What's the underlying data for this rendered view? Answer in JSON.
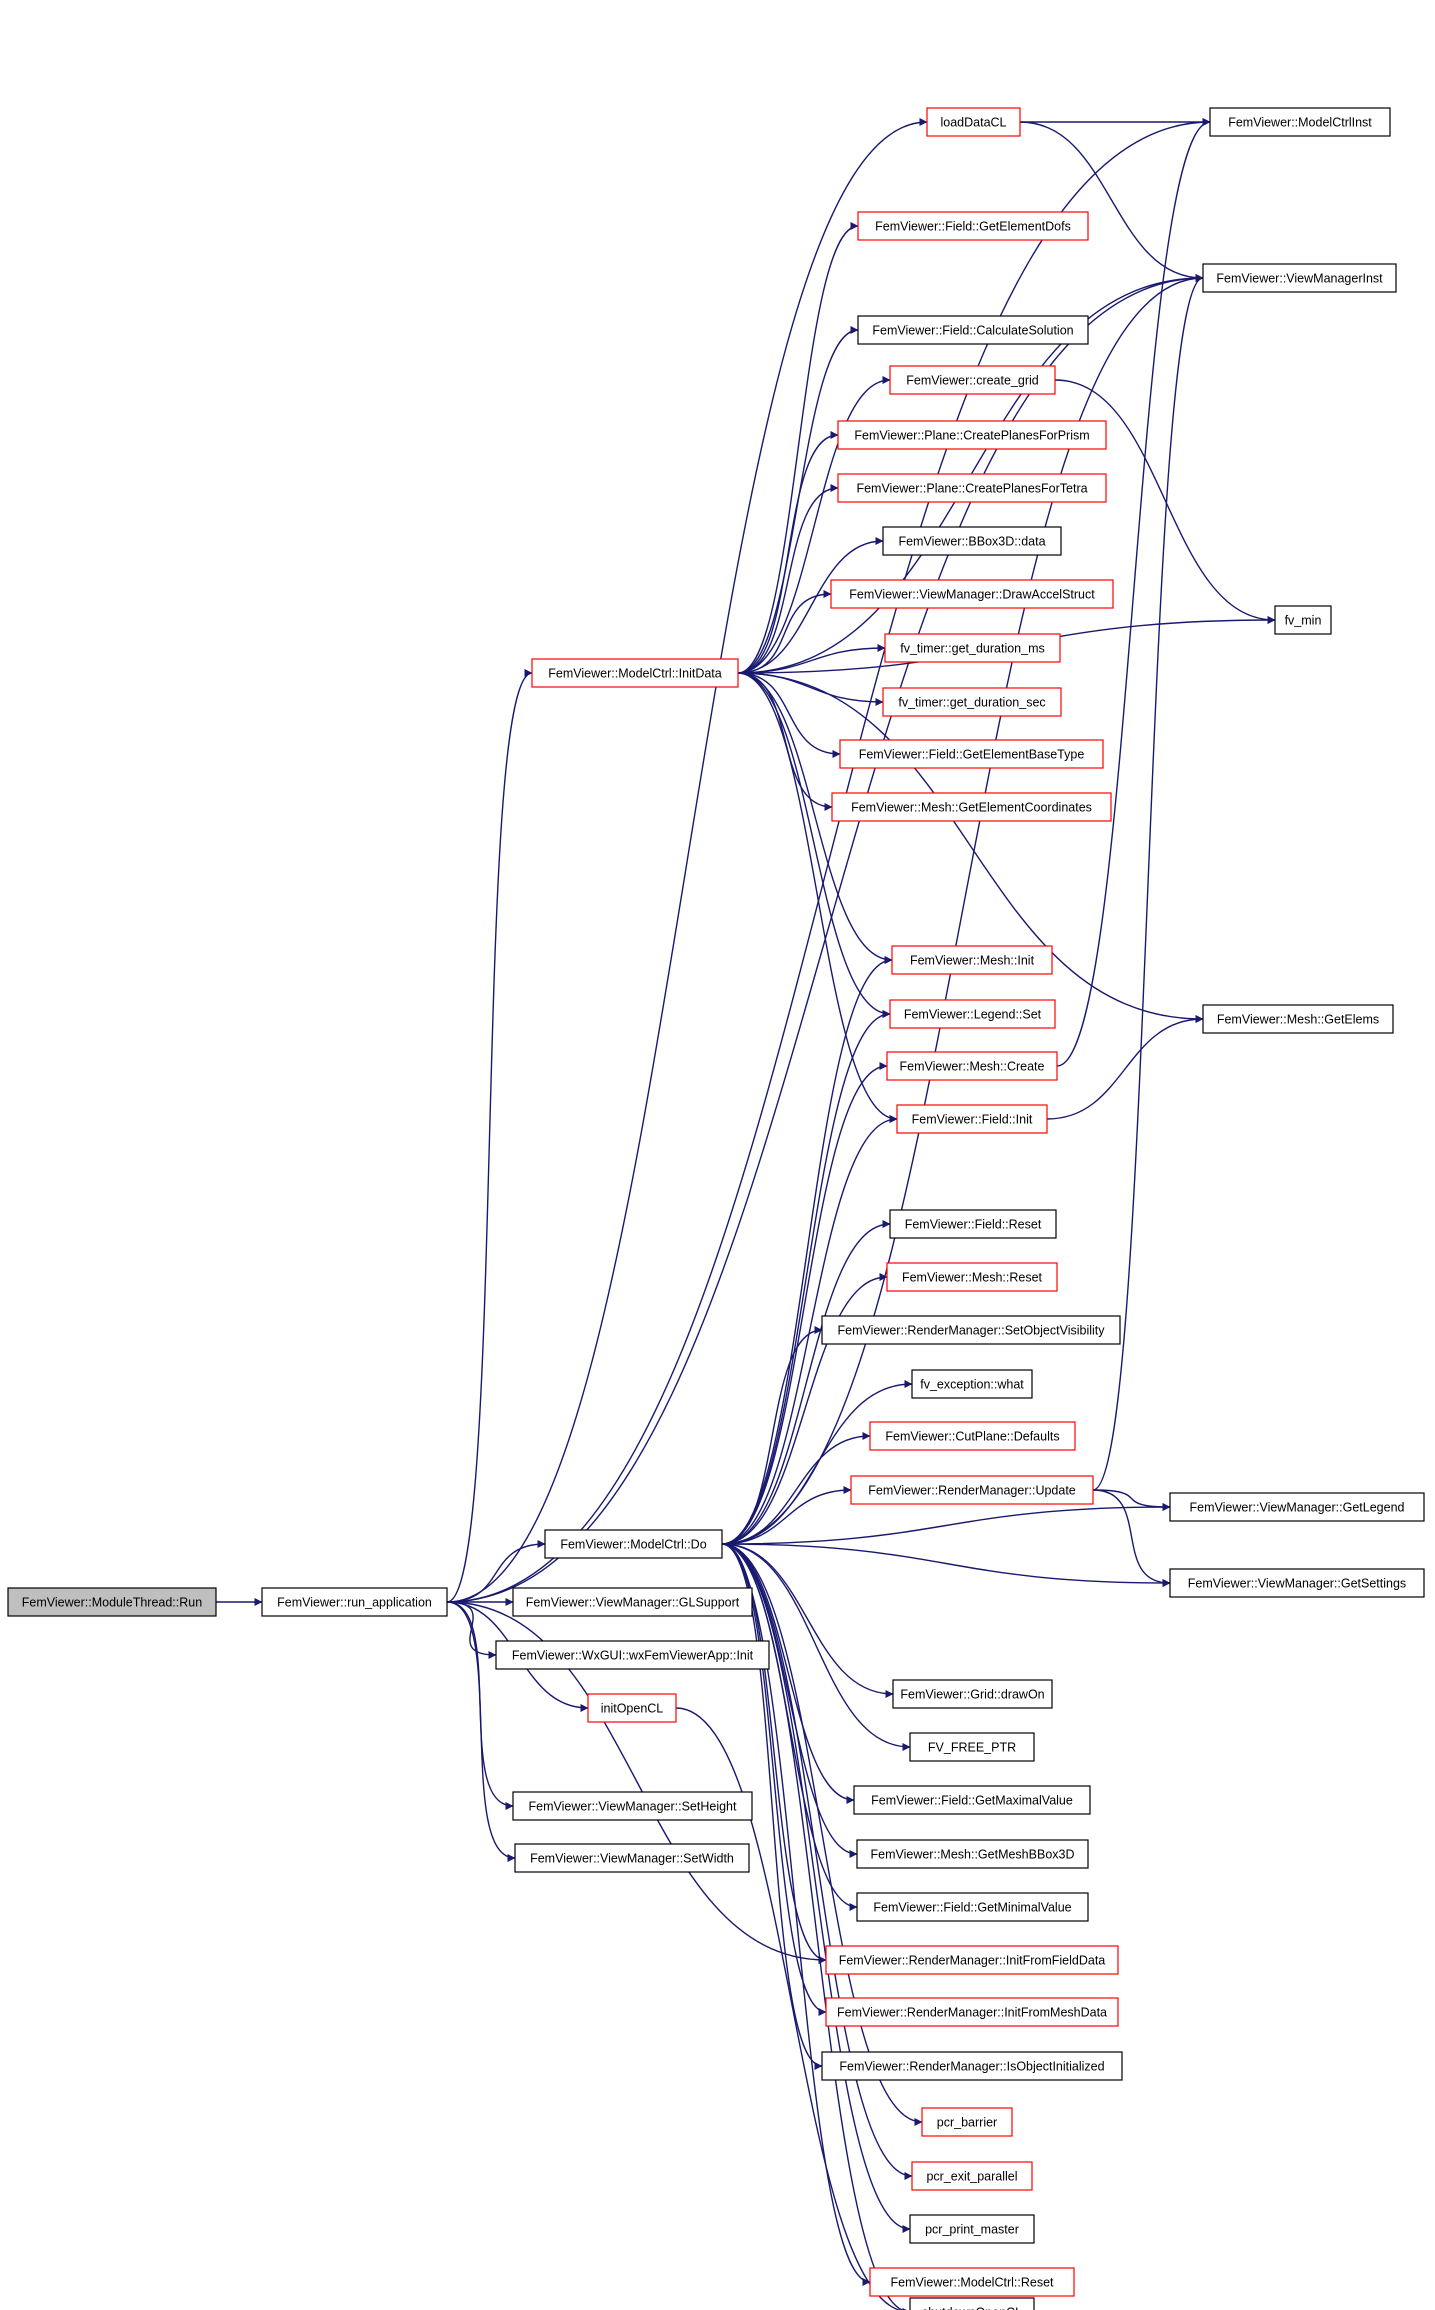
{
  "graph": {
    "root": "FemViewer::ModuleThread::Run",
    "colors": {
      "edge": "#191970",
      "root_fill": "#bfbfbf",
      "border_default": "#000000",
      "border_truncated": "#ff0000"
    },
    "nodes": [
      {
        "id": "run",
        "label": "FemViewer::ModuleThread::Run",
        "style": "root"
      },
      {
        "id": "run_app",
        "label": "FemViewer::run_application",
        "style": "black"
      },
      {
        "id": "loadDataCL",
        "label": "loadDataCL",
        "style": "red"
      },
      {
        "id": "modelCtrlInst",
        "label": "FemViewer::ModelCtrlInst",
        "style": "black"
      },
      {
        "id": "getElementDofs",
        "label": "FemViewer::Field::GetElementDofs",
        "style": "red"
      },
      {
        "id": "viewManagerInst",
        "label": "FemViewer::ViewManagerInst",
        "style": "black"
      },
      {
        "id": "calcSolution",
        "label": "FemViewer::Field::CalculateSolution",
        "style": "black"
      },
      {
        "id": "createGrid",
        "label": "FemViewer::create_grid",
        "style": "red"
      },
      {
        "id": "planesPrism",
        "label": "FemViewer::Plane::CreatePlanesForPrism",
        "style": "red"
      },
      {
        "id": "planesTetra",
        "label": "FemViewer::Plane::CreatePlanesForTetra",
        "style": "red"
      },
      {
        "id": "bboxData",
        "label": "FemViewer::BBox3D::data",
        "style": "black"
      },
      {
        "id": "drawAccel",
        "label": "FemViewer::ViewManager::DrawAccelStruct",
        "style": "red"
      },
      {
        "id": "fvMin",
        "label": "fv_min",
        "style": "black"
      },
      {
        "id": "initData",
        "label": "FemViewer::ModelCtrl::InitData",
        "style": "red"
      },
      {
        "id": "durMs",
        "label": "fv_timer::get_duration_ms",
        "style": "red"
      },
      {
        "id": "durSec",
        "label": "fv_timer::get_duration_sec",
        "style": "red"
      },
      {
        "id": "baseType",
        "label": "FemViewer::Field::GetElementBaseType",
        "style": "red"
      },
      {
        "id": "elemCoords",
        "label": "FemViewer::Mesh::GetElementCoordinates",
        "style": "red"
      },
      {
        "id": "meshInit",
        "label": "FemViewer::Mesh::Init",
        "style": "red"
      },
      {
        "id": "legendSet",
        "label": "FemViewer::Legend::Set",
        "style": "red"
      },
      {
        "id": "getElems",
        "label": "FemViewer::Mesh::GetElems",
        "style": "black"
      },
      {
        "id": "meshCreate",
        "label": "FemViewer::Mesh::Create",
        "style": "red"
      },
      {
        "id": "fieldInit",
        "label": "FemViewer::Field::Init",
        "style": "red"
      },
      {
        "id": "fieldReset",
        "label": "FemViewer::Field::Reset",
        "style": "black"
      },
      {
        "id": "meshReset",
        "label": "FemViewer::Mesh::Reset",
        "style": "red"
      },
      {
        "id": "setVis",
        "label": "FemViewer::RenderManager::SetObjectVisibility",
        "style": "black"
      },
      {
        "id": "excWhat",
        "label": "fv_exception::what",
        "style": "black"
      },
      {
        "id": "cutDefaults",
        "label": "FemViewer::CutPlane::Defaults",
        "style": "red"
      },
      {
        "id": "rmUpdate",
        "label": "FemViewer::RenderManager::Update",
        "style": "red"
      },
      {
        "id": "getLegend",
        "label": "FemViewer::ViewManager::GetLegend",
        "style": "black"
      },
      {
        "id": "ctrlDo",
        "label": "FemViewer::ModelCtrl::Do",
        "style": "black"
      },
      {
        "id": "getSettings",
        "label": "FemViewer::ViewManager::GetSettings",
        "style": "black"
      },
      {
        "id": "glSupport",
        "label": "FemViewer::ViewManager::GLSupport",
        "style": "black"
      },
      {
        "id": "wxInit",
        "label": "FemViewer::WxGUI::wxFemViewerApp::Init",
        "style": "black"
      },
      {
        "id": "gridDraw",
        "label": "FemViewer::Grid::drawOn",
        "style": "black"
      },
      {
        "id": "initOpenCL",
        "label": "initOpenCL",
        "style": "red"
      },
      {
        "id": "freePtr",
        "label": "FV_FREE_PTR",
        "style": "black"
      },
      {
        "id": "maxVal",
        "label": "FemViewer::Field::GetMaximalValue",
        "style": "black"
      },
      {
        "id": "setHeight",
        "label": "FemViewer::ViewManager::SetHeight",
        "style": "black"
      },
      {
        "id": "meshBBox",
        "label": "FemViewer::Mesh::GetMeshBBox3D",
        "style": "black"
      },
      {
        "id": "setWidth",
        "label": "FemViewer::ViewManager::SetWidth",
        "style": "black"
      },
      {
        "id": "minVal",
        "label": "FemViewer::Field::GetMinimalValue",
        "style": "black"
      },
      {
        "id": "initField",
        "label": "FemViewer::RenderManager::InitFromFieldData",
        "style": "red"
      },
      {
        "id": "initMesh",
        "label": "FemViewer::RenderManager::InitFromMeshData",
        "style": "red"
      },
      {
        "id": "isInit",
        "label": "FemViewer::RenderManager::IsObjectInitialized",
        "style": "black"
      },
      {
        "id": "pcrBarrier",
        "label": "pcr_barrier",
        "style": "red"
      },
      {
        "id": "pcrExit",
        "label": "pcr_exit_parallel",
        "style": "red"
      },
      {
        "id": "pcrPrint",
        "label": "pcr_print_master",
        "style": "black"
      },
      {
        "id": "ctrlReset",
        "label": "FemViewer::ModelCtrl::Reset",
        "style": "red"
      },
      {
        "id": "shutdown",
        "label": "shutdownOpenCL",
        "style": "black"
      }
    ],
    "edges": [
      [
        "run",
        "run_app"
      ],
      [
        "run_app",
        "modelCtrlInst"
      ],
      [
        "run_app",
        "loadDataCL"
      ],
      [
        "run_app",
        "viewManagerInst"
      ],
      [
        "run_app",
        "initData"
      ],
      [
        "run_app",
        "ctrlDo"
      ],
      [
        "run_app",
        "glSupport"
      ],
      [
        "run_app",
        "wxInit"
      ],
      [
        "run_app",
        "initOpenCL"
      ],
      [
        "run_app",
        "setHeight"
      ],
      [
        "run_app",
        "setWidth"
      ],
      [
        "run_app",
        "initField"
      ],
      [
        "loadDataCL",
        "modelCtrlInst"
      ],
      [
        "loadDataCL",
        "viewManagerInst"
      ],
      [
        "initData",
        "getElementDofs"
      ],
      [
        "initData",
        "viewManagerInst"
      ],
      [
        "initData",
        "calcSolution"
      ],
      [
        "initData",
        "createGrid"
      ],
      [
        "initData",
        "planesPrism"
      ],
      [
        "initData",
        "planesTetra"
      ],
      [
        "initData",
        "bboxData"
      ],
      [
        "initData",
        "drawAccel"
      ],
      [
        "initData",
        "durMs"
      ],
      [
        "initData",
        "durSec"
      ],
      [
        "initData",
        "baseType"
      ],
      [
        "initData",
        "elemCoords"
      ],
      [
        "initData",
        "fvMin"
      ],
      [
        "initData",
        "getElems"
      ],
      [
        "initData",
        "meshInit"
      ],
      [
        "initData",
        "legendSet"
      ],
      [
        "initData",
        "fieldInit"
      ],
      [
        "createGrid",
        "fvMin"
      ],
      [
        "meshCreate",
        "modelCtrlInst"
      ],
      [
        "fieldInit",
        "getElems"
      ],
      [
        "ctrlDo",
        "meshInit"
      ],
      [
        "ctrlDo",
        "legendSet"
      ],
      [
        "ctrlDo",
        "meshCreate"
      ],
      [
        "ctrlDo",
        "fieldInit"
      ],
      [
        "ctrlDo",
        "viewManagerInst"
      ],
      [
        "ctrlDo",
        "fieldReset"
      ],
      [
        "ctrlDo",
        "meshReset"
      ],
      [
        "ctrlDo",
        "setVis"
      ],
      [
        "ctrlDo",
        "excWhat"
      ],
      [
        "ctrlDo",
        "cutDefaults"
      ],
      [
        "ctrlDo",
        "rmUpdate"
      ],
      [
        "ctrlDo",
        "getLegend"
      ],
      [
        "ctrlDo",
        "getSettings"
      ],
      [
        "ctrlDo",
        "gridDraw"
      ],
      [
        "ctrlDo",
        "freePtr"
      ],
      [
        "ctrlDo",
        "maxVal"
      ],
      [
        "ctrlDo",
        "meshBBox"
      ],
      [
        "ctrlDo",
        "minVal"
      ],
      [
        "ctrlDo",
        "initField"
      ],
      [
        "ctrlDo",
        "initMesh"
      ],
      [
        "ctrlDo",
        "isInit"
      ],
      [
        "ctrlDo",
        "pcrBarrier"
      ],
      [
        "ctrlDo",
        "pcrExit"
      ],
      [
        "ctrlDo",
        "pcrPrint"
      ],
      [
        "ctrlDo",
        "ctrlReset"
      ],
      [
        "ctrlDo",
        "shutdown"
      ],
      [
        "rmUpdate",
        "viewManagerInst"
      ],
      [
        "rmUpdate",
        "getLegend"
      ],
      [
        "rmUpdate",
        "getSettings"
      ],
      [
        "initOpenCL",
        "shutdown"
      ]
    ]
  }
}
